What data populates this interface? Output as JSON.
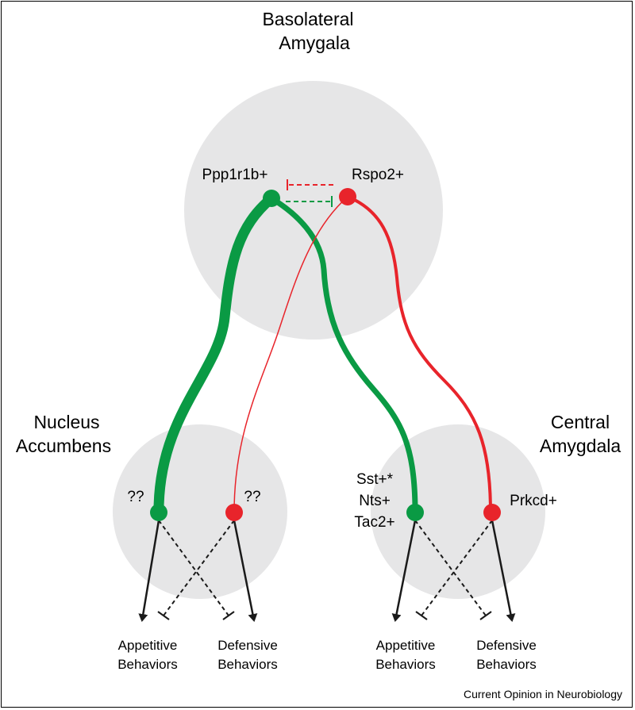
{
  "regions": {
    "bla": {
      "line1": "Basolateral",
      "line2": "Amygala"
    },
    "nac": {
      "line1": "Nucleus",
      "line2": "Accumbens"
    },
    "cea": {
      "line1": "Central",
      "line2": "Amygdala"
    }
  },
  "cells": {
    "ppp1r1b": "Ppp1r1b+",
    "rspo2": "Rspo2+",
    "nac_green_unknown": "??",
    "nac_red_unknown": "??",
    "cea_green": {
      "line1": "Sst+*",
      "line2": "Nts+",
      "line3": "Tac2+"
    },
    "cea_red": "Prkcd+"
  },
  "behaviors": {
    "nac_appetitive": {
      "line1": "Appetitive",
      "line2": "Behaviors"
    },
    "nac_defensive": {
      "line1": "Defensive",
      "line2": "Behaviors"
    },
    "cea_appetitive": {
      "line1": "Appetitive",
      "line2": "Behaviors"
    },
    "cea_defensive": {
      "line1": "Defensive",
      "line2": "Behaviors"
    }
  },
  "credit": "Current Opinion in Neurobiology",
  "colors": {
    "green": "#0a9a44",
    "red": "#e8242b",
    "region_fill": "#e6e6e7",
    "arrow": "#1a1a1a"
  }
}
